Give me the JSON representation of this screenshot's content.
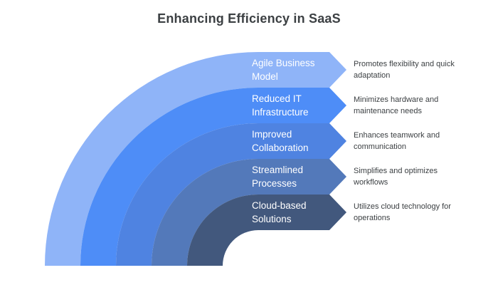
{
  "title": "Enhancing Efficiency in SaaS",
  "colors": {
    "background": "#ffffff",
    "title_text": "#3c4043",
    "label_text": "#ffffff",
    "description_text": "#3c4043"
  },
  "diagram": {
    "type": "quarter-circle-funnel",
    "items": [
      {
        "label": "Agile Business Model",
        "description": "Promotes flexibility and quick adaptation",
        "color": "#8FB4F8"
      },
      {
        "label": "Reduced IT Infrastructure",
        "description": "Minimizes hardware and maintenance needs",
        "color": "#4E8DF7"
      },
      {
        "label": "Improved Collaboration",
        "description": "Enhances teamwork and communication",
        "color": "#4F83E1"
      },
      {
        "label": "Streamlined Processes",
        "description": "Simplifies and optimizes workflows",
        "color": "#5379BA"
      },
      {
        "label": "Cloud-based Solutions",
        "description": "Utilizes cloud technology for operations",
        "color": "#42587D"
      }
    ]
  }
}
